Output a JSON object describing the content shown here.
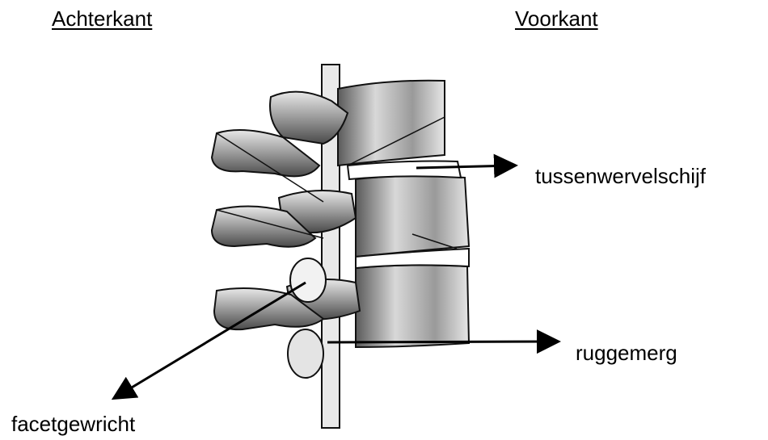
{
  "headers": {
    "back": "Achterkant",
    "front": "Voorkant"
  },
  "labels": {
    "disc": "tussenwervelschijf",
    "spinal_cord": "ruggemerg",
    "facet_joint": "facetgewricht"
  },
  "icons": [
    "spine-illustration",
    "arrow-right-icon",
    "arrow-down-left-icon"
  ],
  "colors": {
    "ink": "#000000",
    "bone": "#cfcfcf",
    "bone_dark": "#6b6b6b",
    "background": "#ffffff"
  }
}
